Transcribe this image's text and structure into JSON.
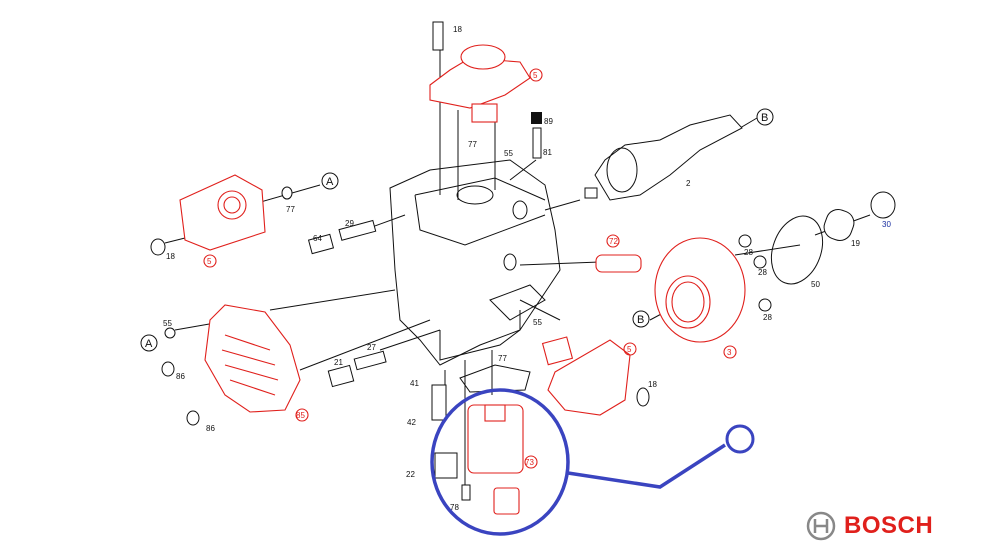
{
  "diagram": {
    "callout_color": "#3a44c0",
    "part_color": "#e0201c",
    "labels": [
      "18",
      "5",
      "89",
      "77",
      "55",
      "81",
      "A",
      "77",
      "18",
      "5",
      "29",
      "64",
      "B",
      "2",
      "72",
      "30",
      "19",
      "28",
      "28",
      "50",
      "28",
      "B",
      "3",
      "55",
      "A",
      "86",
      "86",
      "85",
      "21",
      "27",
      "55",
      "77",
      "5",
      "18",
      "41",
      "42",
      "22",
      "73",
      "78"
    ]
  },
  "brand": {
    "name": "BOSCH",
    "icon": "bosch-armature-logo"
  }
}
